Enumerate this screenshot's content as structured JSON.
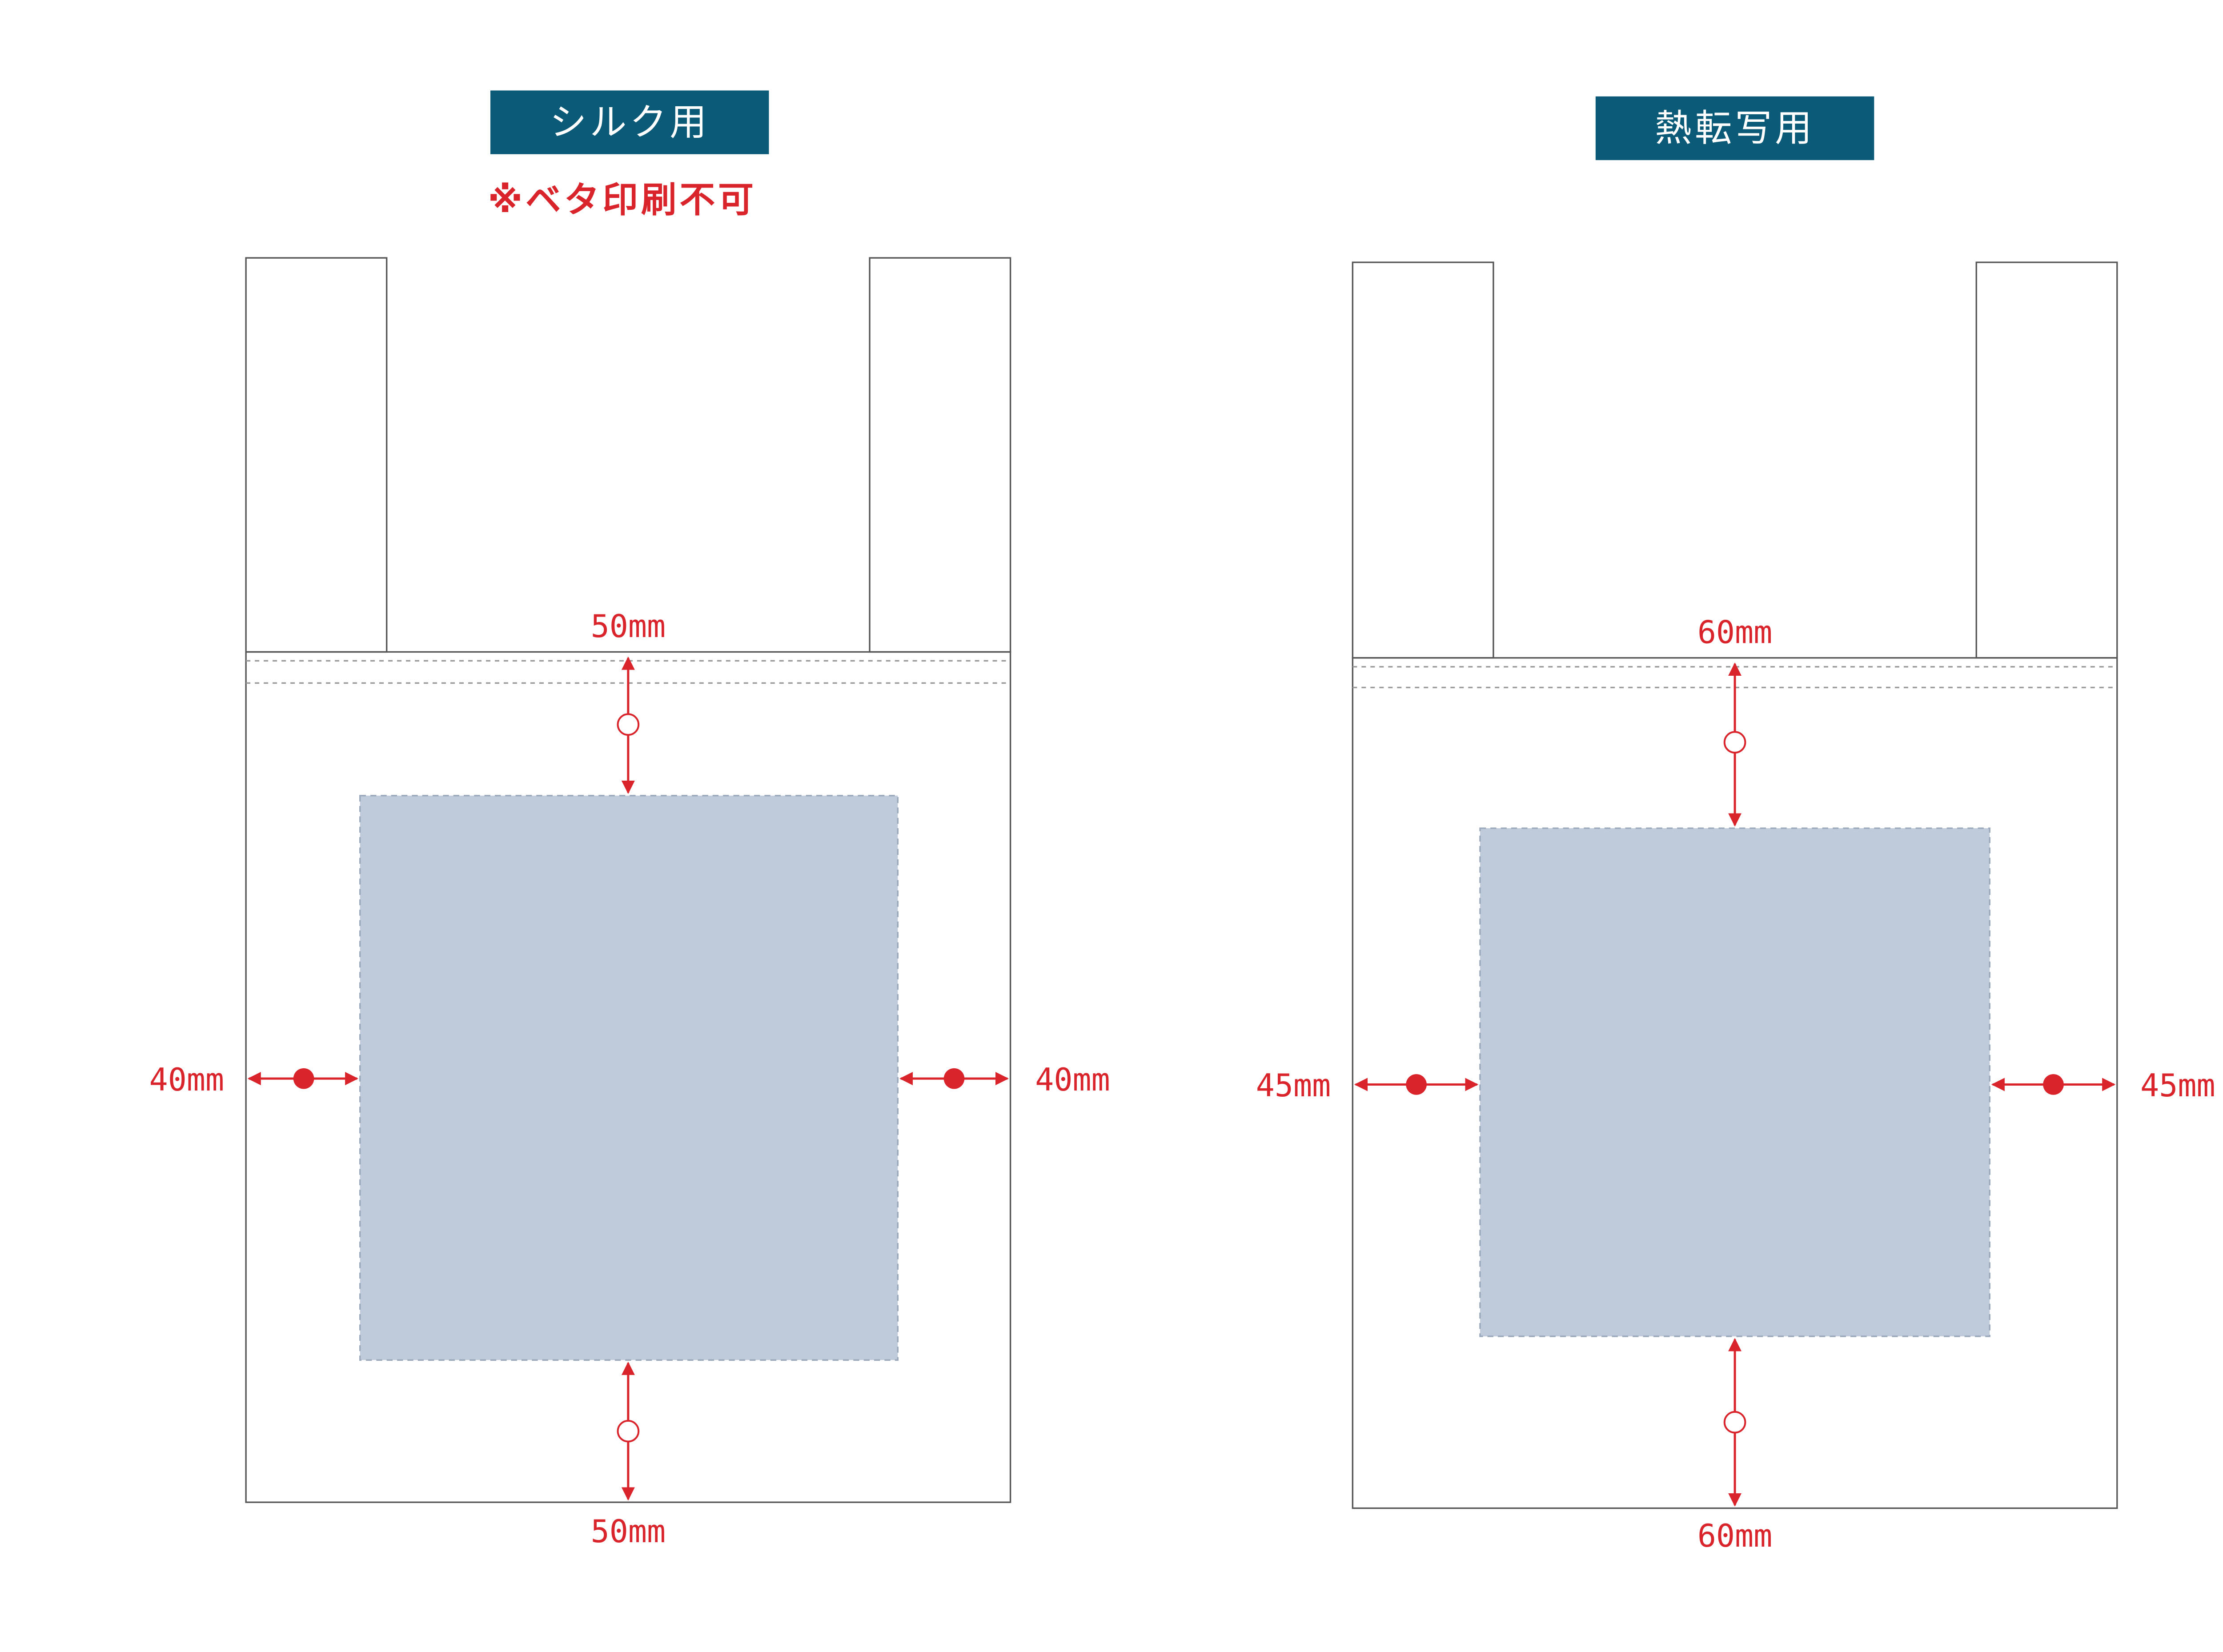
{
  "colors": {
    "header_bg": "#0b5a78",
    "header_text": "#ffffff",
    "accent": "#d9242b",
    "print_area": "#bfcbdb",
    "outline": "#555555"
  },
  "panels": [
    {
      "id": "silk",
      "header_label": "シルク用",
      "note": "※ベタ印刷不可",
      "margins": {
        "top": "50mm",
        "bottom": "50mm",
        "left": "40mm",
        "right": "40mm"
      }
    },
    {
      "id": "heat-transfer",
      "header_label": "熱転写用",
      "note": "",
      "margins": {
        "top": "60mm",
        "bottom": "60mm",
        "left": "45mm",
        "right": "45mm"
      }
    }
  ]
}
